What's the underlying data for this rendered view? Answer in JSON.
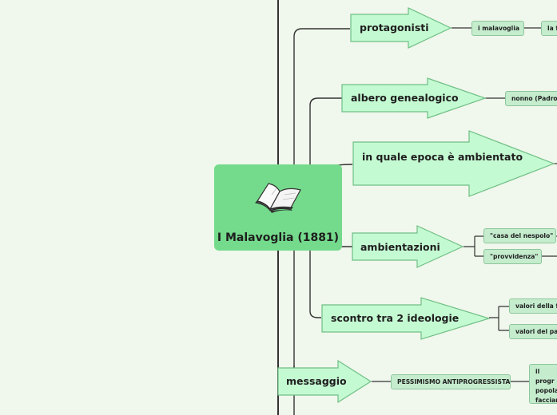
{
  "central": {
    "title": "I Malavoglia (1881)",
    "icon": "open-book-icon"
  },
  "colors": {
    "background": "#f0f7ec",
    "central": "#74db8c",
    "topic": "#c4fad2",
    "leaf": "#c4eccd",
    "line": "#333333"
  },
  "topics": [
    {
      "label": "protagonisti",
      "children": [
        "i malavoglia",
        "la f"
      ]
    },
    {
      "label": "albero genealogico",
      "children": [
        "nonno (Padron"
      ]
    },
    {
      "label_lines": [
        "in quale epoca è",
        "ambientato"
      ],
      "children": []
    },
    {
      "label": "ambientazioni",
      "children": [
        "\"casa del nespolo\"",
        "\"provvidenza\""
      ]
    },
    {
      "label": "scontro tra 2 ideologie",
      "children": [
        "valori della fa",
        "valori del pae"
      ]
    },
    {
      "label": "messaggio",
      "children": [
        "PESSIMISMO ANTIPROGRESSISTA"
      ],
      "grandchild_lines": [
        "il progr",
        "popola",
        "faccian"
      ]
    }
  ]
}
